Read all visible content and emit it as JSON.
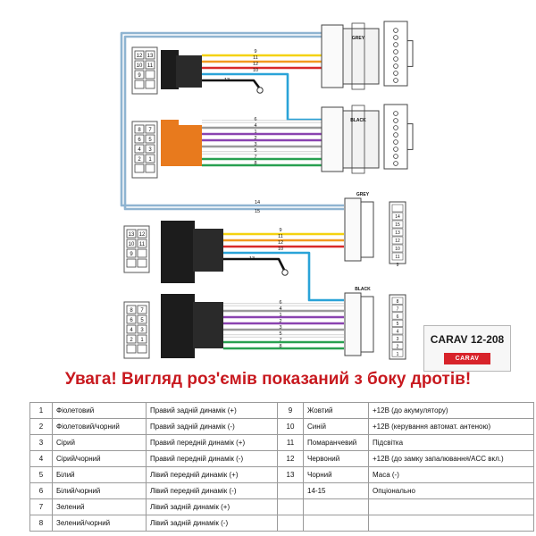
{
  "connectors": {
    "grey_label": "GREY",
    "black_label": "BLACK"
  },
  "pin_layout": {
    "top_grey_block": [
      "12",
      "13",
      "10",
      "11",
      "9"
    ],
    "top_black_block": [
      "8",
      "7",
      "6",
      "5",
      "4",
      "3",
      "2",
      "1"
    ],
    "bottom_grey_block": [
      "13",
      "12",
      "10",
      "11",
      "9"
    ],
    "bottom_black_block": [
      "8",
      "7",
      "6",
      "5",
      "4",
      "3",
      "2",
      "1"
    ]
  },
  "wire_numbers": {
    "top_grey": [
      "9",
      "11",
      "12",
      "10",
      "13"
    ],
    "top_black": [
      "6",
      "4",
      "1",
      "2",
      "3",
      "5",
      "7",
      "8"
    ],
    "long_wires": [
      "14",
      "15"
    ],
    "bottom_grey": [
      "9",
      "11",
      "12",
      "10",
      "13"
    ],
    "bottom_black": [
      "6",
      "4",
      "1",
      "2",
      "3",
      "5",
      "7",
      "8"
    ]
  },
  "colors": {
    "1": "#8a43b0",
    "2": "#8a43b0",
    "3": "#9a9a9a",
    "4": "#9a9a9a",
    "5": "#f2f2f2",
    "6": "#f2f2f2",
    "7": "#28a050",
    "8": "#28a050",
    "9": "#f4d20f",
    "10": "#2aa3d8",
    "11": "#f39a20",
    "12": "#d92a2a",
    "13": "#111111",
    "14": "#8fb4d1",
    "15": "#8fb4d1",
    "accent": "#c8191f",
    "orange_plug": "#e87a1d"
  },
  "brand": {
    "model": "CARAV 12-208",
    "logo": "CARAV"
  },
  "warning": "Увага! Вигляд роз'ємів показаний з боку дротів!",
  "legend": {
    "left": [
      {
        "num": "1",
        "color": "Фіолетовий",
        "desc": "Правий задній динамік (+)"
      },
      {
        "num": "2",
        "color": "Фіолетовий/чорний",
        "desc": "Правий задній динамік (-)"
      },
      {
        "num": "3",
        "color": "Сірий",
        "desc": "Правий передній динамік (+)"
      },
      {
        "num": "4",
        "color": "Сірий/чорний",
        "desc": "Правий передній динамік (-)"
      },
      {
        "num": "5",
        "color": "Білий",
        "desc": "Лівий передній динамік (+)"
      },
      {
        "num": "6",
        "color": "Білий/чорний",
        "desc": "Лівий передній динамік (-)"
      },
      {
        "num": "7",
        "color": "Зелений",
        "desc": "Лівий задній динамік (+)"
      },
      {
        "num": "8",
        "color": "Зелений/чорний",
        "desc": "Лівий задній динамік (-)"
      }
    ],
    "right": [
      {
        "num": "9",
        "color": "Жовтий",
        "desc": "+12В (до акумулятору)"
      },
      {
        "num": "10",
        "color": "Синій",
        "desc": "+12В (керування автомат. антеною)"
      },
      {
        "num": "11",
        "color": "Помаранчевий",
        "desc": "Підсвітка"
      },
      {
        "num": "12",
        "color": "Червоний",
        "desc": "+12В (до замку запалювання/ACC вкл.)"
      },
      {
        "num": "13",
        "color": "Чорний",
        "desc": "Маса (-)"
      },
      {
        "num": "",
        "color": "14-15",
        "desc": "Опціонально"
      },
      {
        "num": "",
        "color": "",
        "desc": ""
      },
      {
        "num": "",
        "color": "",
        "desc": ""
      }
    ]
  }
}
